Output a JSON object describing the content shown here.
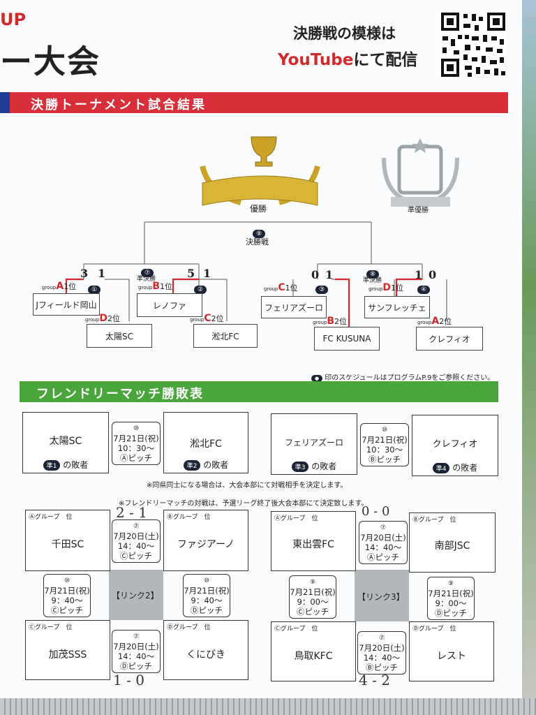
{
  "header": {
    "title_fragment_top": "UP",
    "title_fragment_main": "ー大会",
    "youtube_line1": "決勝戦の模様は",
    "youtube_line2_brand": "YouTube",
    "youtube_line2_rest": "にて配信"
  },
  "tournament": {
    "section_title": "決勝トーナメント試合結果",
    "winner_label": "優勝",
    "runner_up_label": "準優勝",
    "final": {
      "badge": "⑨",
      "label": "決勝戦"
    },
    "semis": [
      {
        "badge": "⑦",
        "label": "準決勝"
      },
      {
        "badge": "⑧",
        "label": "準決勝"
      }
    ],
    "matches": [
      {
        "badge": "①",
        "score_left": "3",
        "score_right": "1",
        "top": {
          "group": "A",
          "place": "1位",
          "name": "Jフィールド岡山"
        },
        "bottom": {
          "group": "D",
          "place": "2位",
          "name": "太陽SC"
        }
      },
      {
        "badge": "②",
        "score_left": "5",
        "score_right": "1",
        "top": {
          "group": "B",
          "place": "1位",
          "name": "レノファ"
        },
        "bottom": {
          "group": "C",
          "place": "2位",
          "name": "淞北FC"
        }
      },
      {
        "badge": "③",
        "score_left": "0",
        "score_right": "1",
        "top": {
          "group": "C",
          "place": "1位",
          "name": "フェリアズーロ"
        },
        "bottom": {
          "group": "B",
          "place": "2位",
          "name": "FC KUSUNA"
        }
      },
      {
        "badge": "④",
        "score_left": "1",
        "score_right": "0",
        "top": {
          "group": "D",
          "place": "1位",
          "name": "サンフレッチェ"
        },
        "bottom": {
          "group": "A",
          "place": "2位",
          "name": "クレフィオ"
        }
      }
    ],
    "group_prefix": "group",
    "schedule_note": "印のスケジュールはプログラムP.9をご参照ください。"
  },
  "friendly": {
    "section_title": "フレンドリーマッチ勝敗表",
    "row1": [
      {
        "left": {
          "name": "太陽SC",
          "loser_badge": "準1",
          "loser_text": "の敗者"
        },
        "sched": {
          "num": "⑩",
          "date": "7月21日(祝)",
          "time": "10：30～",
          "pitch": "Ⓐピッチ"
        },
        "right": {
          "name": "淞北FC",
          "loser_badge": "準2",
          "loser_text": "の敗者"
        }
      },
      {
        "left": {
          "name": "フェリアズーロ",
          "loser_badge": "準3",
          "loser_text": "の敗者"
        },
        "sched": {
          "num": "⑩",
          "date": "7月21日(祝)",
          "time": "10：30～",
          "pitch": "Ⓑピッチ"
        },
        "right": {
          "name": "クレフィオ",
          "loser_badge": "準4",
          "loser_text": "の敗者"
        }
      }
    ],
    "note1": "※同県同士になる場合は、大会本部にて対戦相手を決定します。",
    "note2": "※フレンドリーマッチの対戦は、予選リーグ終了後大会本部にて決定致します。",
    "group_word": "グループ",
    "place_word": "位",
    "links": [
      {
        "label": "【リンク2】",
        "top_left": {
          "group": "Ⓐ",
          "name": "千田SC"
        },
        "top_right": {
          "group": "Ⓑ",
          "name": "ファジアーノ"
        },
        "bottom_left": {
          "group": "Ⓒ",
          "name": "加茂SSS"
        },
        "bottom_right": {
          "group": "Ⓓ",
          "name": "くにびき"
        },
        "top_sched": {
          "num": "⑦",
          "date": "7月20日(土)",
          "time": "14：40～",
          "pitch": "Ⓒピッチ"
        },
        "left_sched": {
          "num": "⑩",
          "date": "7月21日(祝)",
          "time": "9：40～",
          "pitch": "Ⓒピッチ"
        },
        "right_sched": {
          "num": "⑩",
          "date": "7月21日(祝)",
          "time": "9：40～",
          "pitch": "Ⓓピッチ"
        },
        "bottom_sched": {
          "num": "⑦",
          "date": "7月20日(土)",
          "time": "14：40～",
          "pitch": "Ⓓピッチ"
        },
        "top_score": "2 - 1",
        "bottom_score": "1 - 0"
      },
      {
        "label": "【リンク3】",
        "top_left": {
          "group": "Ⓐ",
          "name": "東出雲FC"
        },
        "top_right": {
          "group": "Ⓑ",
          "name": "南部JSC"
        },
        "bottom_left": {
          "group": "Ⓒ",
          "name": "鳥取KFC"
        },
        "bottom_right": {
          "group": "Ⓓ",
          "name": "レスト"
        },
        "top_sched": {
          "num": "⑦",
          "date": "7月20日(土)",
          "time": "14：40～",
          "pitch": "Ⓐピッチ"
        },
        "left_sched": {
          "num": "⑨",
          "date": "7月21日(祝)",
          "time": "9：00～",
          "pitch": "Ⓒピッチ"
        },
        "right_sched": {
          "num": "⑨",
          "date": "7月21日(祝)",
          "time": "9：00～",
          "pitch": "Ⓓピッチ"
        },
        "bottom_sched": {
          "num": "⑦",
          "date": "7月20日(土)",
          "time": "14：40～",
          "pitch": "Ⓑピッチ"
        },
        "top_score": "0 - 0",
        "bottom_score": "4 - 2"
      }
    ]
  },
  "colors": {
    "red": "#d92f3a",
    "green": "#4aa63c",
    "navy": "#1b2436",
    "gold": "#c9a227"
  }
}
